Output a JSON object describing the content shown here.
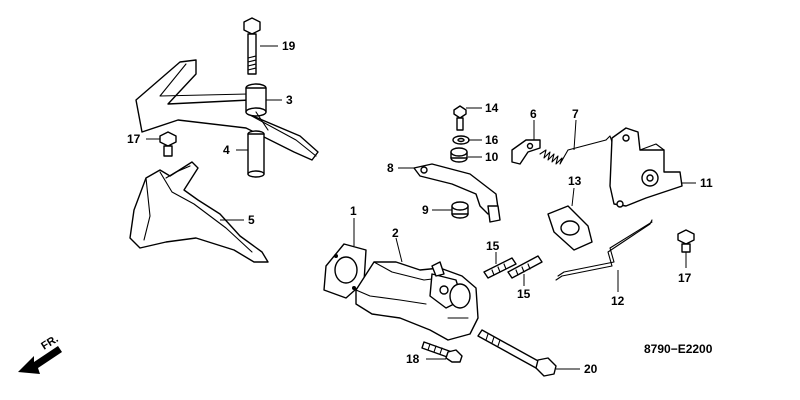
{
  "diagram": {
    "code": "8790−E2200",
    "direction_label": "FR.",
    "callouts": {
      "p1": "1",
      "p2": "2",
      "p3": "3",
      "p4": "4",
      "p5": "5",
      "p6": "6",
      "p7": "7",
      "p8": "8",
      "p9": "9",
      "p10": "10",
      "p11": "11",
      "p12": "12",
      "p13": "13",
      "p14": "14",
      "p15a": "15",
      "p15b": "15",
      "p16": "16",
      "p17a": "17",
      "p17b": "17",
      "p18": "18",
      "p19": "19",
      "p20": "20"
    }
  }
}
